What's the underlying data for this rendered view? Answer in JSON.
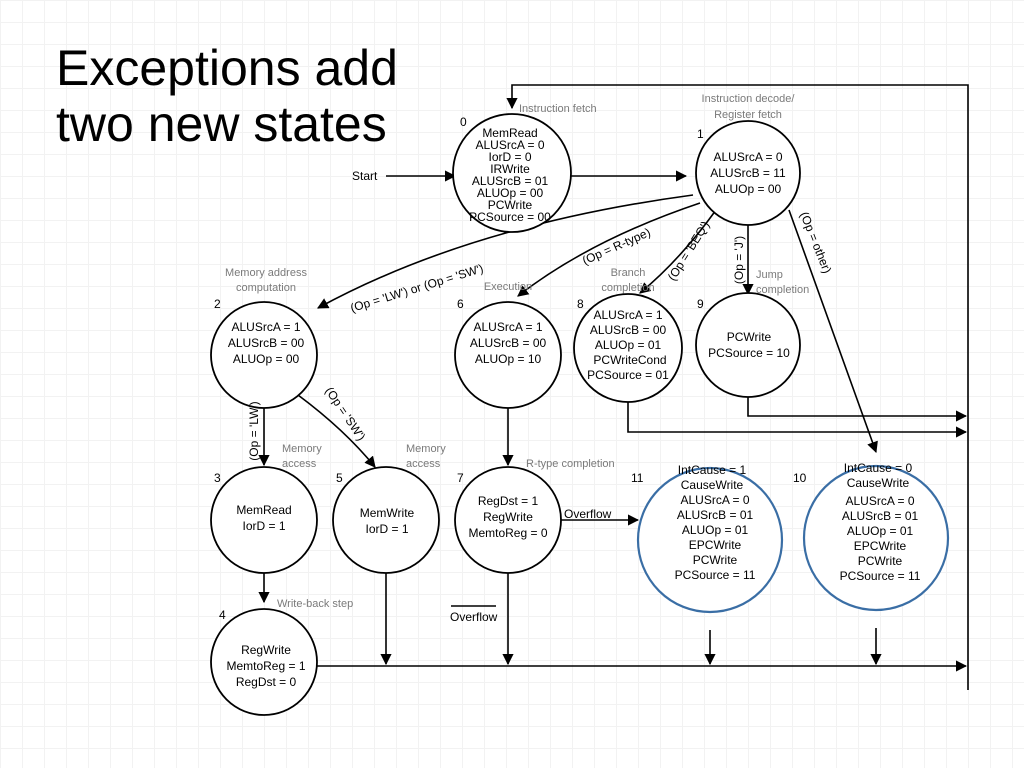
{
  "title": [
    "Exceptions add",
    "two new states"
  ],
  "start_label": "Start",
  "states": [
    {
      "id": "s0",
      "number": "0",
      "group": [
        "Instruction fetch"
      ],
      "lines": [
        "MemRead",
        "ALUSrcA = 0",
        "IorD = 0",
        "IRWrite",
        "ALUSrcB = 01",
        "ALUOp = 00",
        "PCWrite",
        "PCSource = 00"
      ]
    },
    {
      "id": "s1",
      "number": "1",
      "group": [
        "Instruction decode/",
        "Register fetch"
      ],
      "lines": [
        "ALUSrcA = 0",
        "ALUSrcB = 11",
        "ALUOp = 00"
      ]
    },
    {
      "id": "s2",
      "number": "2",
      "group": [
        "Memory address",
        "computation"
      ],
      "lines": [
        "ALUSrcA = 1",
        "ALUSrcB = 00",
        "ALUOp = 00"
      ]
    },
    {
      "id": "s6",
      "number": "6",
      "group": [
        "Execution"
      ],
      "lines": [
        "ALUSrcA = 1",
        "ALUSrcB = 00",
        "ALUOp = 10"
      ]
    },
    {
      "id": "s8",
      "number": "8",
      "group": [
        "Branch",
        "completion"
      ],
      "lines": [
        "ALUSrcA = 1",
        "ALUSrcB = 00",
        "ALUOp = 01",
        "PCWriteCond",
        "PCSource = 01"
      ]
    },
    {
      "id": "s9",
      "number": "9",
      "group": [
        "Jump",
        "completion"
      ],
      "lines": [
        "PCWrite",
        "PCSource = 10"
      ]
    },
    {
      "id": "s3",
      "number": "3",
      "group": [
        "Memory",
        "access"
      ],
      "lines": [
        "MemRead",
        "IorD = 1"
      ]
    },
    {
      "id": "s5",
      "number": "5",
      "group": [
        "Memory",
        "access"
      ],
      "lines": [
        "MemWrite",
        "IorD = 1"
      ]
    },
    {
      "id": "s7",
      "number": "7",
      "group": [
        "R-type completion"
      ],
      "lines": [
        "RegDst = 1",
        "RegWrite",
        "MemtoReg = 0"
      ]
    },
    {
      "id": "s11",
      "number": "11",
      "group": [],
      "lines": [
        "IntCause = 1",
        "CauseWrite",
        "ALUSrcA = 0",
        "ALUSrcB = 01",
        "ALUOp = 01",
        "EPCWrite",
        "PCWrite",
        "PCSource = 11"
      ]
    },
    {
      "id": "s10",
      "number": "10",
      "group": [],
      "lines": [
        "IntCause = 0",
        "CauseWrite",
        "ALUSrcA = 0",
        "ALUSrcB = 01",
        "ALUOp = 01",
        "EPCWrite",
        "PCWrite",
        "PCSource = 11"
      ]
    },
    {
      "id": "s4",
      "number": "4",
      "group": [
        "Write-back step"
      ],
      "lines": [
        "RegWrite",
        "MemtoReg = 1",
        "RegDst = 0"
      ]
    }
  ],
  "transitions": {
    "lw_or_sw": "(Op = 'LW') or (Op = 'SW')",
    "rtype": "(Op = R-type)",
    "beq": "(Op = 'BEQ')",
    "j": "(Op = 'J')",
    "other": "(Op = other)",
    "lw": "(Op = 'LW')",
    "sw": "(Op = 'SW')",
    "overflow": "Overflow",
    "not_overflow": "Overflow"
  },
  "colors": {
    "new_state_border": "#3a6ea5",
    "line": "#000000",
    "group_label": "#7a7a7a"
  }
}
